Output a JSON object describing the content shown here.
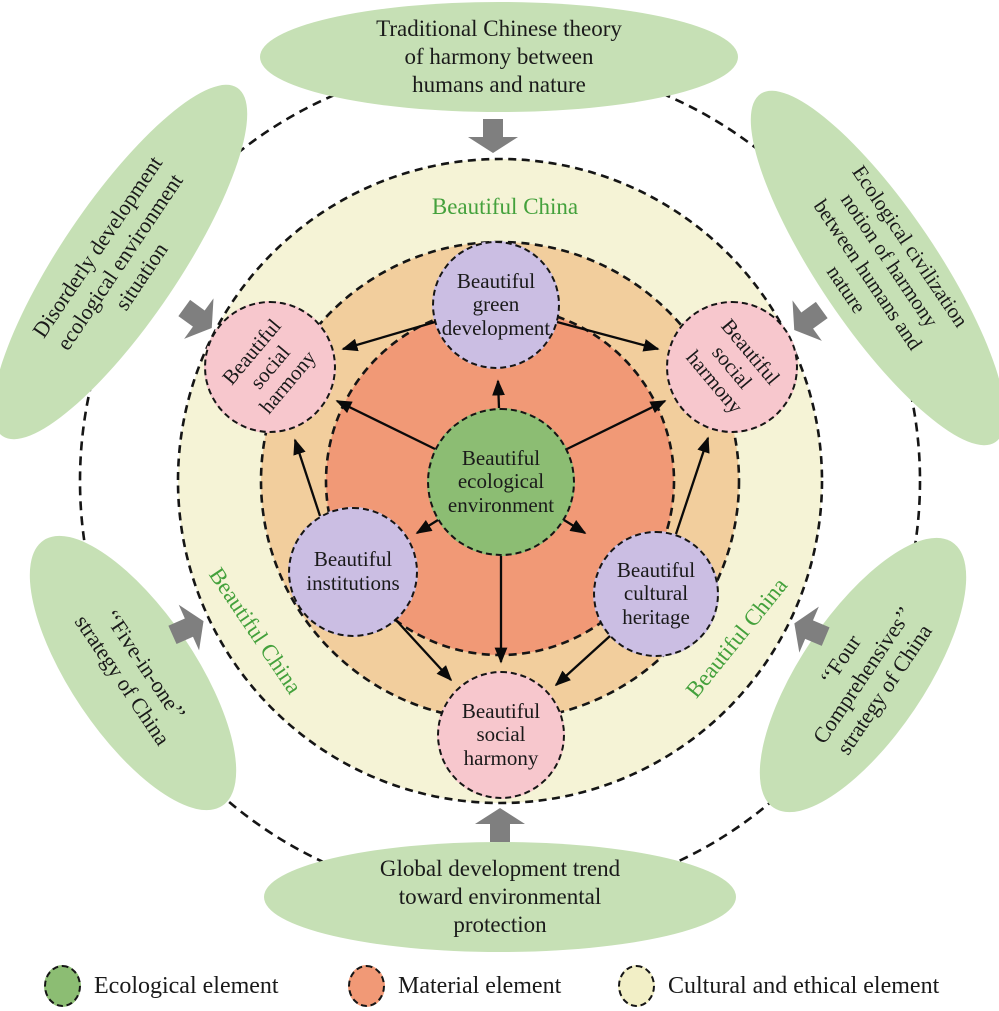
{
  "diagram": {
    "center_circle": {
      "lines": [
        "Beautiful",
        "ecological",
        "environment"
      ]
    },
    "satellites": {
      "green_development": {
        "lines": [
          "Beautiful",
          "green",
          "development"
        ]
      },
      "social_harmony_left": {
        "lines": [
          "Beautiful",
          "social",
          "harmony"
        ]
      },
      "social_harmony_right": {
        "lines": [
          "Beautiful",
          "social",
          "harmony"
        ]
      },
      "institutions": {
        "lines": [
          "Beautiful",
          "institutions"
        ]
      },
      "cultural_heritage": {
        "lines": [
          "Beautiful",
          "cultural",
          "heritage"
        ]
      },
      "social_harmony_bottom": {
        "lines": [
          "Beautiful",
          "social",
          "harmony"
        ]
      }
    },
    "ring_labels": {
      "top": "Beautiful China",
      "left": "Beautiful China",
      "right": "Beautiful China"
    },
    "outer_ellipses": {
      "top": {
        "lines": [
          "Traditional Chinese theory",
          "of harmony between",
          "humans and nature"
        ]
      },
      "top_left": {
        "lines": [
          "Disorderly development",
          "ecological environment",
          "situation"
        ]
      },
      "top_right": {
        "lines": [
          "Ecological civilization",
          "notion of harmony",
          "between humans and",
          "nature"
        ]
      },
      "bottom_left": {
        "lines": [
          "‘‘Five-in-one’’",
          "strategy of China"
        ]
      },
      "bottom_right": {
        "lines": [
          "‘‘Four",
          "Comprehensives’’",
          "strategy of China"
        ]
      },
      "bottom": {
        "lines": [
          "Global development trend",
          "toward environmental",
          "protection"
        ]
      }
    },
    "colors": {
      "ecological_green": "#8CBD73",
      "material_orange": "#F19976",
      "cultural_yellow": "#F5F3D6",
      "middle_ring_tan": "#F2CE9D",
      "satellite_purple": "#CBBEE3",
      "satellite_pink": "#F7C7CD",
      "outer_ellipse_green": "#C6E0B5",
      "block_arrow_gray": "#7F7F7F",
      "ring_label_green": "#44A13C"
    }
  },
  "legend": {
    "items": [
      {
        "label": "Ecological element",
        "color": "#8CBD73"
      },
      {
        "label": "Material element",
        "color": "#F19976"
      },
      {
        "label": "Cultural and ethical element",
        "color": "#F2EFC6"
      }
    ]
  }
}
